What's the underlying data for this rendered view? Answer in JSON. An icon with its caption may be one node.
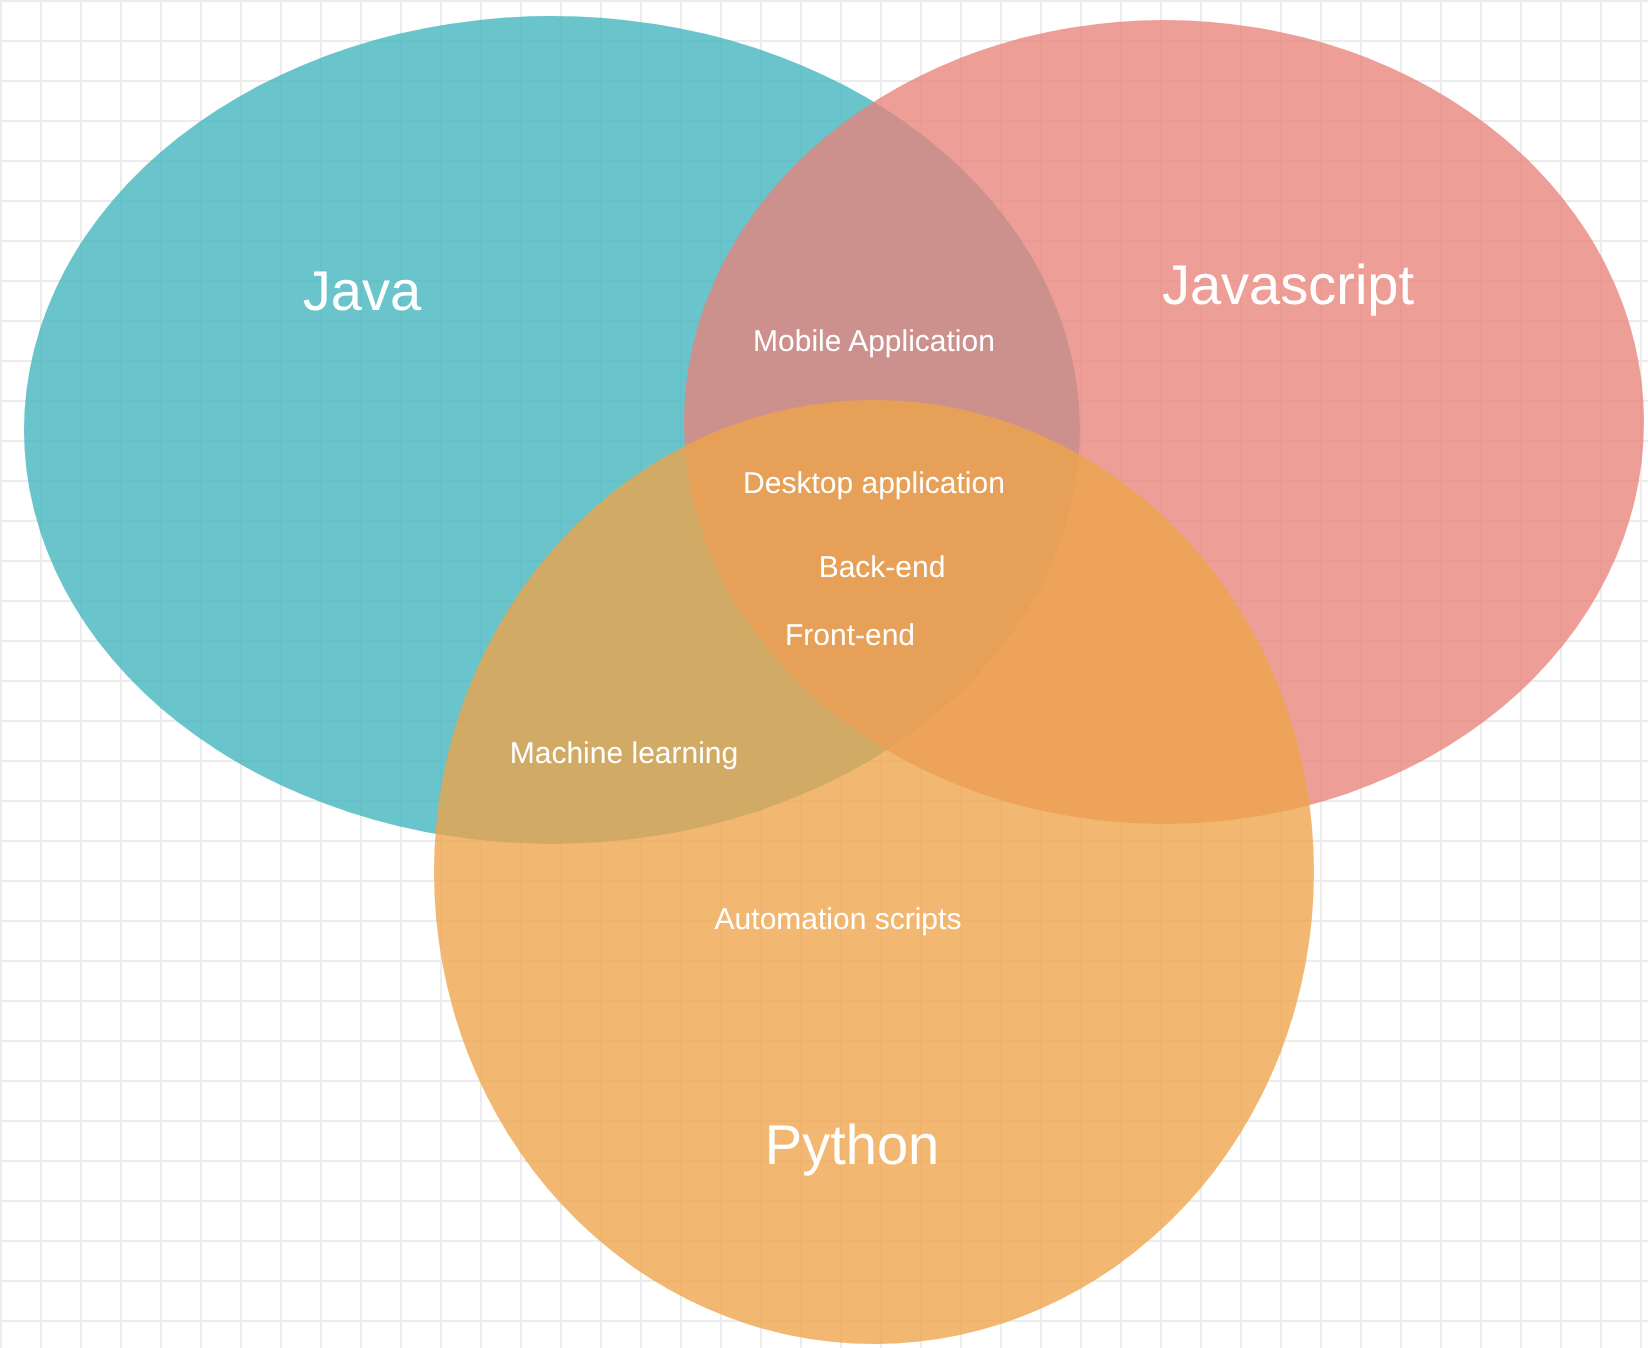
{
  "diagram": {
    "nodes": [
      {
        "text": [
          "Java"
        ]
      },
      {
        "text": [
          "Javascript"
        ]
      },
      {
        "text": [
          "Python"
        ]
      }
    ],
    "labels": [
      "Mobile Application",
      "Desktop application",
      "Back-end",
      "Front-end",
      "Machine learning",
      "Automation scripts"
    ]
  }
}
